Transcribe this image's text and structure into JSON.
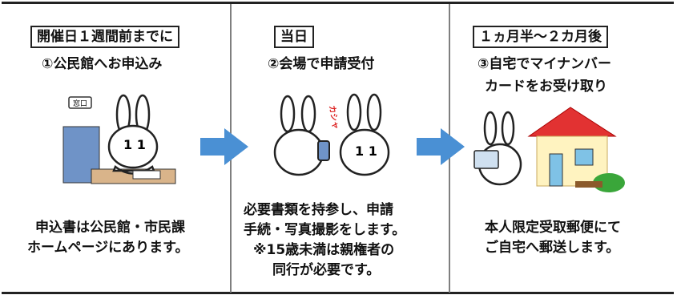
{
  "steps": [
    {
      "tag": "開催日１週間前までに",
      "title": "①公民館へお申込み",
      "sign": "窓口",
      "body": [
        "申込書は公民館・市民課",
        "ホームページにあります。"
      ]
    },
    {
      "tag": "当日",
      "title": "②会場で申請受付",
      "sfx": "カシャ",
      "body": [
        "必要書類を持参し、申請",
        "手続・写真撮影をします。",
        "※15歳未満は親権者の",
        "同行が必要です。"
      ]
    },
    {
      "tag": "１ヵ月半～２カ月後",
      "title": [
        "③自宅でマイナンバー",
        "カードをお受け取り"
      ],
      "body": [
        "本人限定受取郵便にて",
        "ご自宅へ郵送します。"
      ]
    }
  ],
  "colors": {
    "arrow": "#4a90d4",
    "roof": "#e23232",
    "wall": "#fff3c0",
    "door": "#7fc2e6",
    "bush": "#3aa63a"
  }
}
